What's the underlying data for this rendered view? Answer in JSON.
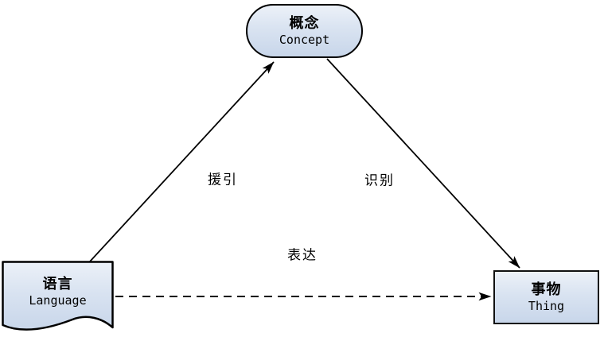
{
  "diagram": {
    "nodes": {
      "concept": {
        "zh": "概念",
        "en": "Concept",
        "shape": "stadium"
      },
      "language": {
        "zh": "语言",
        "en": "Language",
        "shape": "document"
      },
      "thing": {
        "zh": "事物",
        "en": "Thing",
        "shape": "rectangle"
      }
    },
    "edges": {
      "refer": {
        "label": "援引",
        "from": "language",
        "to": "concept",
        "line": "solid",
        "arrowhead": "filled"
      },
      "identify": {
        "label": "识别",
        "from": "concept",
        "to": "thing",
        "line": "solid",
        "arrowhead": "filled"
      },
      "express": {
        "label": "表达",
        "from": "language",
        "to": "thing",
        "line": "dashed",
        "arrowhead": "filled"
      }
    },
    "colors": {
      "node_fill_top": "#ecf1f8",
      "node_fill_bottom": "#c8d6ea",
      "node_border": "#000000",
      "connector": "#000000",
      "background": "#ffffff"
    }
  }
}
